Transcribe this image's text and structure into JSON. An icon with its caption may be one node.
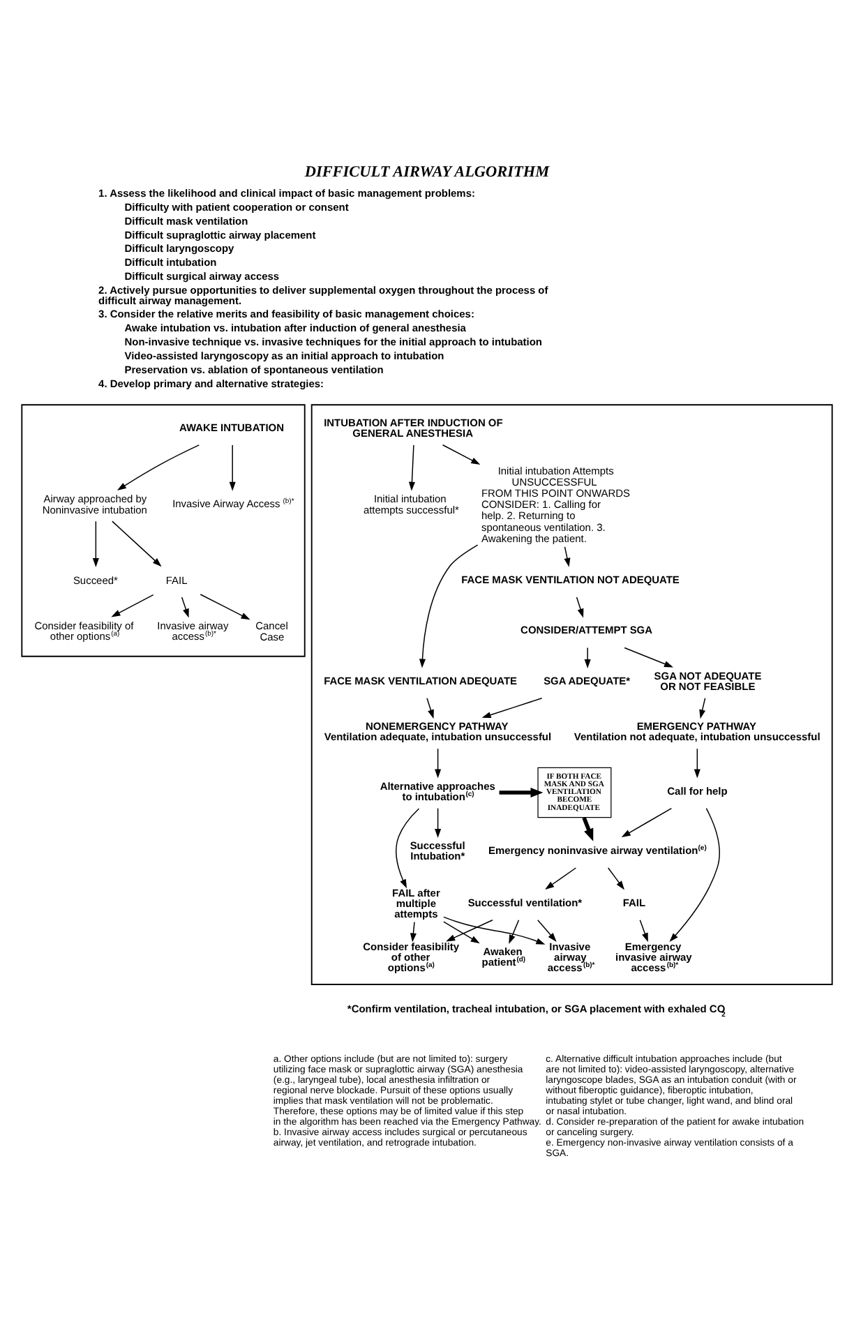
{
  "diagram": {
    "title": "DIFFICULT AIRWAY ALGORITHM",
    "nodes": [
      {
        "text": [],
        "shape": "box"
      },
      {
        "text": [
          "AWAKE INTUBATION"
        ],
        "in": 0
      },
      {
        "text": [
          "Airway approached by Noninvasive intubation"
        ],
        "in": 0
      },
      {
        "text": [
          "Invasive Airway Access$^{(b)*}$"
        ],
        "in": 0
      },
      {
        "text": [
          "Succeed*"
        ],
        "in": 0
      },
      {
        "text": [
          "FAIL"
        ],
        "in": 0
      },
      {
        "text": [
          "Cancel Case"
        ],
        "in": 0
      },
      {
        "text": [
          "Consider feasibility of other options$^{(a)}$"
        ],
        "in": 0
      },
      {
        "text": [
          "Invasive airway access$^{(b)*}$"
        ],
        "in": 0
      },
      {
        "text": [],
        "shape": "box"
      },
      {
        "text": [
          "INTUBATION AFTER INDUCTION OF GENERAL ANESTHESIA"
        ],
        "in": 9
      },
      {
        "text": [
          "Initial intubation attempts successful*"
        ],
        "in": 9
      },
      {
        "text": [
          "Initial intubation Attempts UNSUCCESSFUL",
          "FROM THIS POINT ONWARDS CONSIDER: 1. Calling for help. 2. Returning to spontaneous ventilation. 3. Awakening the patient."
        ],
        "in": 9
      },
      {
        "text": [
          "FACE MASK VENTILATION ADEQUATE"
        ],
        "in": 9
      },
      {
        "text": [
          "FACE MASK VENTILATION NOT ADEQUATE"
        ],
        "in": 9
      },
      {
        "text": [
          "CONSIDER/ATTEMPT SGA"
        ],
        "in": 9
      },
      {
        "text": [
          "SGA ADEQUATE*"
        ],
        "in": 9
      },
      {
        "text": [
          "SGA NOT ADEQUATE OR NOT FEASIBLE"
        ],
        "in": 9
      },
      {
        "text": [
          "NONEMERGENCY PATHWAY",
          "Ventilation adequate, intubation unsuccessful"
        ],
        "in": 9
      },
      {
        "text": [
          "EMERGENCY PATHWAY",
          "Ventilation not adequate, intubation unsuccessful"
        ],
        "in": 9
      },
      {
        "text": [
          "Alternative approaches to intubation$^{(c)}$"
        ],
        "in": 9
      },
      {
        "text": [
          "IF BOTH FACE MASK AND SGA VENTILATION BECOME INADEQUATE"
        ],
        "in": 9
      },
      {
        "text": [
          "Call for help"
        ],
        "in": 9
      },
      {
        "text": [
          "Emergency noninvasive airway ventilation$^{(e)}$"
        ],
        "in": 9
      },
      {
        "text": [
          "Successful Intubation*"
        ],
        "in": 9
      },
      {
        "text": [
          "FAIL after multiple attempts"
        ],
        "in": 9
      },
      {
        "text": [
          "Successful ventilation*"
        ],
        "in": 9
      },
      {
        "text": [
          "FAIL"
        ],
        "in": 9
      },
      {
        "text": [
          "Invasive airway access$^{(b)*}$"
        ],
        "in": 9
      },
      {
        "text": [
          "Consider feasibility of other options$^{(a)}$"
        ],
        "in": 9
      },
      {
        "text": [
          "Awaken patient$^{(d)}$"
        ],
        "in": 9
      },
      {
        "text": [
          "Emergency invasive airway access$^{(b)*}$"
        ],
        "in": 9
      }
    ],
    "edges": [
      {
        "from": 1,
        "to": 2,
        "arrow": "to"
      },
      {
        "from": 1,
        "to": 3,
        "arrow": "to"
      },
      {
        "from": 2,
        "to": 4,
        "arrow": "to"
      },
      {
        "from": 2,
        "to": 5,
        "arrow": "to"
      },
      {
        "from": 5,
        "to": 6,
        "arrow": "to"
      },
      {
        "from": 5,
        "to": 7,
        "arrow": "to"
      },
      {
        "from": 5,
        "to": 8,
        "arrow": "to"
      },
      {
        "from": 10,
        "to": 11,
        "arrow": "to"
      },
      {
        "from": 10,
        "to": 12,
        "arrow": "to"
      },
      {
        "from": 12,
        "to": 13,
        "arrow": "to"
      },
      {
        "from": 12,
        "to": 14,
        "arrow": "to"
      },
      {
        "from": 13,
        "to": 18,
        "arrow": "to"
      },
      {
        "from": 14,
        "to": 15,
        "arrow": "to"
      },
      {
        "from": 15,
        "to": 16,
        "arrow": "to"
      },
      {
        "from": 15,
        "to": 17,
        "arrow": "to"
      },
      {
        "from": 16,
        "to": 18,
        "arrow": "to"
      },
      {
        "from": 17,
        "to": 19,
        "arrow": "to"
      },
      {
        "from": 18,
        "to": 20,
        "arrow": "to"
      },
      {
        "from": 19,
        "to": 22,
        "arrow": "to"
      },
      {
        "from": 20,
        "to": 21,
        "arrow": "to",
        "style": "thick"
      },
      {
        "from": 21,
        "to": 23,
        "arrow": "to",
        "style": "thick"
      },
      {
        "from": 22,
        "to": 23,
        "arrow": "to"
      },
      {
        "from": 22,
        "to": 31,
        "arrow": "to"
      },
      {
        "from": 20,
        "to": 24,
        "arrow": "to"
      },
      {
        "from": 20,
        "to": 25,
        "arrow": "to"
      },
      {
        "from": 23,
        "to": 26,
        "arrow": "to"
      },
      {
        "from": 23,
        "to": 27,
        "arrow": "to"
      },
      {
        "from": 25,
        "to": 28,
        "arrow": "to"
      },
      {
        "from": 25,
        "to": 29,
        "arrow": "to"
      },
      {
        "from": 25,
        "to": 30,
        "arrow": "to"
      },
      {
        "from": 26,
        "to": 28,
        "arrow": "to"
      },
      {
        "from": 26,
        "to": 29,
        "arrow": "to"
      },
      {
        "from": 26,
        "to": 30,
        "arrow": "to"
      },
      {
        "from": 27,
        "to": 31,
        "arrow": "to"
      }
    ],
    "labels": [
      "1. Assess the likelihood and clinical impact of basic management problems:",
      "Difficulty with patient cooperation or consent",
      "Difficult mask ventilation",
      "Difficult supraglottic airway placement",
      "Difficult laryngoscopy",
      "Difficult intubation",
      "Difficult surgical airway access",
      "2. Actively pursue opportunities to deliver supplemental oxygen throughout the process of difficult airway management.",
      "3. Consider the relative merits and feasibility of basic management choices:",
      "Awake intubation vs. intubation after induction of general anesthesia",
      "Non-invasive technique vs. invasive techniques for the initial approach to intubation",
      "Video-assisted laryngoscopy as an initial approach to intubation",
      "Preservation vs. ablation of spontaneous ventilation",
      "4. Develop primary and alternative strategies:",
      "*Confirm ventilation, tracheal intubation, or SGA placement with exhaled CO$_{2}$",
      "a. Other options include (but are not limited to): surgery utilizing face mask or supraglottic airway (SGA) anesthesia (e.g., laryngeal tube), local anesthesia infiltration or regional nerve blockade. Pursuit of these options usually implies that mask ventilation will not be problematic. Therefore, these options may be of limited value if this step in the algorithm has been reached via the Emergency Pathway.",
      "b. Invasive airway access includes surgical or percutaneous airway, jet ventilation, and retrograde intubation.",
      "c. Alternative difficult intubation approaches include (but are not limited to): video-assisted laryngoscopy, alternative laryngoscope blades, SGA as an intubation conduit (with or without fiberoptic guidance), fiberoptic intubation, intubating stylet or tube changer, light wand, and blind oral or nasal intubation.",
      "d. Consider re-preparation of the patient for awake intubation or canceling surgery.",
      "e. Emergency non-invasive airway ventilation consists of a SGA."
    ]
  }
}
